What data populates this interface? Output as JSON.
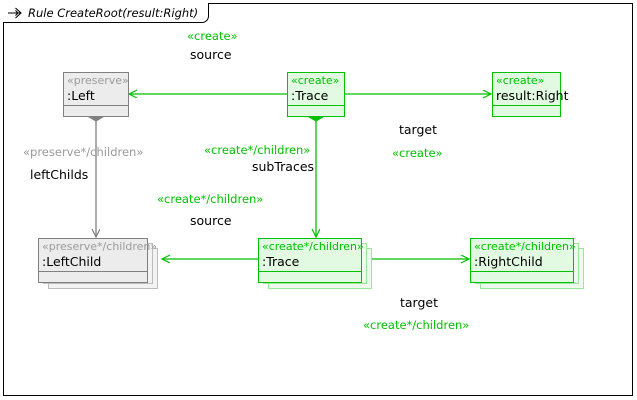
{
  "frame": {
    "icon": "rule-arrow-icon",
    "title": "Rule CreateRoot(result:Right)"
  },
  "colors": {
    "create_green": "#00c000",
    "create_fill": "#e2f9e2",
    "preserve_gray": "#9a9a9a",
    "preserve_fill": "#ececec",
    "preserve_border": "#808080",
    "text_black": "#000000",
    "background": "#ffffff"
  },
  "nodes": [
    {
      "id": "left",
      "stereotype": "«preserve»",
      "name": ":Left",
      "kind": "preserve",
      "multi": false
    },
    {
      "id": "trace-top",
      "stereotype": "«create»",
      "name": ":Trace",
      "kind": "create",
      "multi": false
    },
    {
      "id": "result-right",
      "stereotype": "«create»",
      "name": "result:Right",
      "kind": "create",
      "multi": false
    },
    {
      "id": "left-child",
      "stereotype": "«preserve*/children»",
      "name": ":LeftChild",
      "kind": "preserve",
      "multi": true
    },
    {
      "id": "trace-bottom",
      "stereotype": "«create*/children»",
      "name": ":Trace",
      "kind": "create",
      "multi": true
    },
    {
      "id": "right-child",
      "stereotype": "«create*/children»",
      "name": ":RightChild",
      "kind": "create",
      "multi": true
    }
  ],
  "edges": [
    {
      "id": "trace-top-source-left",
      "stereotype": "«create»",
      "role": "source",
      "style": "create"
    },
    {
      "id": "trace-top-target-right",
      "stereotype": "«create»",
      "role": "target",
      "style": "create"
    },
    {
      "id": "trace-subtraces",
      "stereotype": "«create*/children»",
      "role": "subTraces",
      "style": "create"
    },
    {
      "id": "left-leftchilds",
      "stereotype": "«preserve*/children»",
      "role": "leftChilds",
      "style": "preserve"
    },
    {
      "id": "trace-bottom-source-leftchild",
      "stereotype": "«create*/children»",
      "role": "source",
      "style": "create"
    },
    {
      "id": "trace-bottom-target-rightchild",
      "stereotype": "«create*/children»",
      "role": "target",
      "style": "create"
    }
  ]
}
